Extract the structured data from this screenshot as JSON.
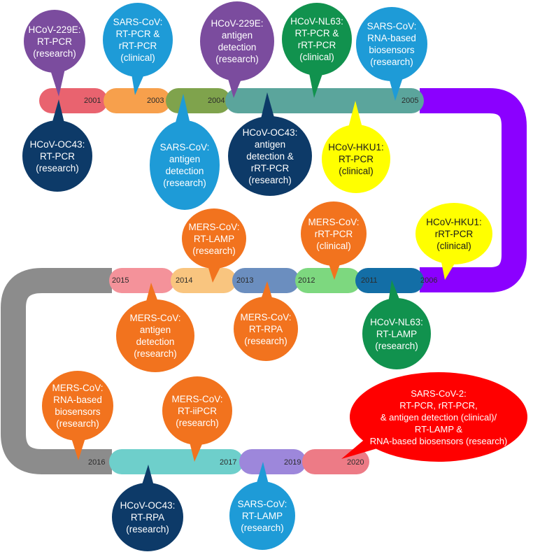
{
  "timeline": {
    "years": [
      "2001",
      "2003",
      "2004",
      "2005",
      "2006",
      "2011",
      "2012",
      "2013",
      "2014",
      "2015",
      "2016",
      "2017",
      "2019",
      "2020"
    ]
  },
  "colors": {
    "hcov_229e": "#7B4C9E",
    "sars_cov": "#1E9BD7",
    "hcov_oc43": "#0D3A68",
    "hcov_nl63": "#11924E",
    "hcov_hku1": "#FFFF00",
    "mers_cov": "#F2731E",
    "sars_cov_2": "#FF0000",
    "connector_1": "#8B00FF",
    "connector_2": "#8C8C8C"
  },
  "bubbles": {
    "b1": "HCoV-229E:\nRT-PCR\n(research)",
    "b2": "SARS-CoV:\nRT-PCR &\nrRT-PCR\n(clinical)",
    "b3": "HCoV-229E:\nantigen\ndetection\n(research)",
    "b4": "HCoV-NL63:\nRT-PCR &\nrRT-PCR\n(clinical)",
    "b5": "SARS-CoV:\nRNA-based\nbiosensors\n(research)",
    "b6": "HCoV-OC43:\nRT-PCR\n(research)",
    "b7": "SARS-CoV:\nantigen\ndetection\n(research)",
    "b8": "HCoV-OC43:\nantigen\ndetection &\nrRT-PCR\n(research)",
    "b9": "HCoV-HKU1:\nRT-PCR\n(clinical)",
    "b10": "MERS-CoV:\nRT-LAMP\n(research)",
    "b11": "MERS-CoV:\nrRT-PCR\n(clinical)",
    "b12": "HCoV-HKU1:\nrRT-PCR\n(clinical)",
    "b13": "MERS-CoV:\nantigen\ndetection\n(research)",
    "b14": "MERS-CoV:\nRT-RPA\n(research)",
    "b15": "HCoV-NL63:\nRT-LAMP\n(research)",
    "b16": "MERS-CoV:\nRNA-based\nbiosensors\n(research)",
    "b17": "MERS-CoV:\nRT-iiPCR\n(research)",
    "b18": "SARS-CoV-2:\nRT-PCR, rRT-PCR,\n& antigen detection (clinical)/\nRT-LAMP &\nRNA-based biosensors (research)",
    "b19": "HCoV-OC43:\nRT-RPA\n(research)",
    "b20": "SARS-CoV:\nRT-LAMP\n(research)"
  }
}
